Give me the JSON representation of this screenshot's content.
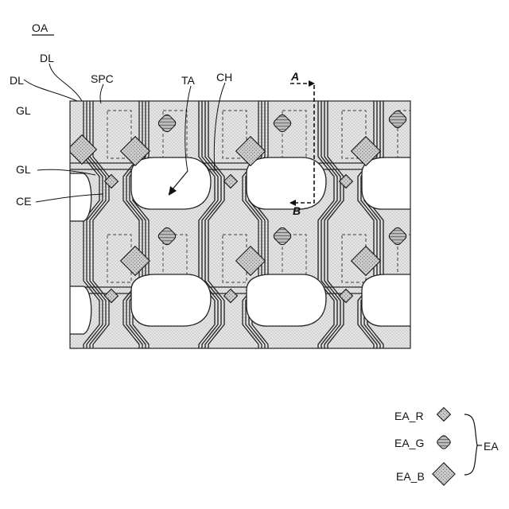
{
  "figure": {
    "title": "OA",
    "labels": {
      "dl_top": "DL",
      "dl_left": "DL",
      "spc": "SPC",
      "gl_top": "GL",
      "gl_mid": "GL",
      "ce": "CE",
      "ta": "TA",
      "ch": "CH",
      "section_a": "A",
      "section_b": "B"
    },
    "legend": {
      "items": [
        {
          "label": "EA_R",
          "icon": "diamond-outline-icon"
        },
        {
          "label": "EA_G",
          "icon": "rounded-hatched-icon"
        },
        {
          "label": "EA_B",
          "icon": "large-diamond-icon"
        }
      ],
      "group_label": "EA"
    }
  }
}
